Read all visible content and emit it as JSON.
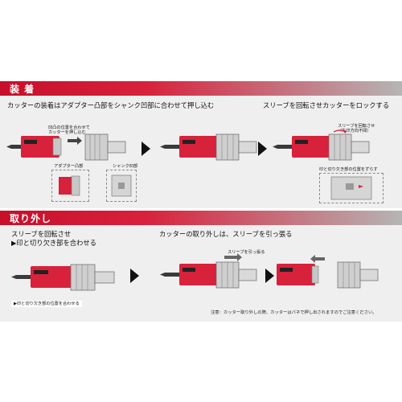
{
  "install": {
    "header": "装 着",
    "step1": "カッターの装着はアダプター凸部をシャンク凹部に合わせて押し込む",
    "step2": "スリーブを回転させカッターをロックする",
    "callout_align_line1": "凹凸の位置を合わせて",
    "callout_align_line2": "カッターを押し込む",
    "label_adapter": "アダプター凸部",
    "label_shank": "シャンク凹部",
    "label_rotate_line1": "スリーブを回転させ",
    "label_rotate_line2": "（矢印方向不問）",
    "label_marks": "印と切り欠き部の位置をずらす"
  },
  "removal": {
    "header": "取り外し",
    "step1_line1": "スリーブを回転させ",
    "step1_line2": "▶印と切り欠き部を合わせる",
    "step2": "カッターの取り外しは、スリーブを引っ張る",
    "label_pull": "スリーブを引っ張る",
    "label_align_marks": "▶印と切り欠き部の位置を合わせる",
    "note": "注意：カッター取り外しの際、カッターはバネで押し出されますのでご注意ください。"
  },
  "colors": {
    "accent": "#d8213b",
    "header_gray": "#b5b5b5",
    "panel": "#efefef"
  },
  "icons": [
    "drill-bit-icon",
    "cutter-icon",
    "sleeve-icon",
    "shank-icon",
    "arrow-right-icon",
    "rotate-icon"
  ]
}
